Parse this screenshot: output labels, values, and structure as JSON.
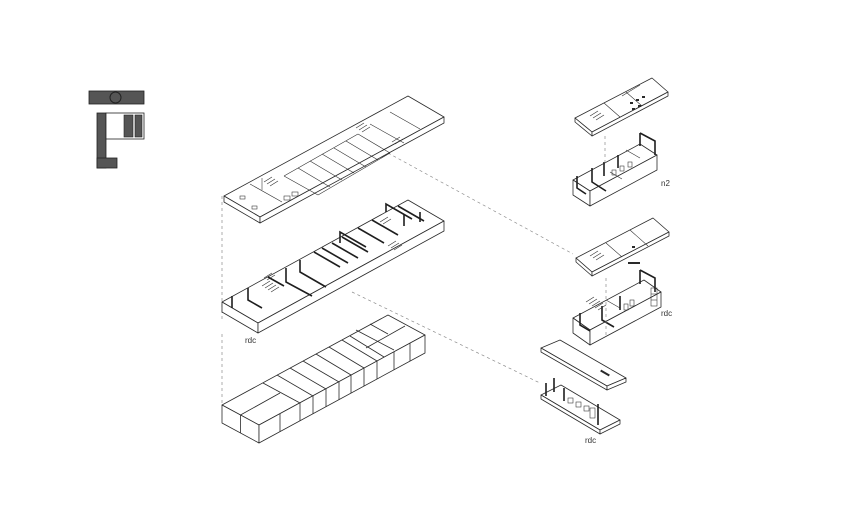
{
  "labels": {
    "main_ground_floor": "rdc",
    "right_upper_floor": "n2",
    "right_middle_ground_floor": "rdc",
    "right_bottom_ground_floor": "rdc"
  },
  "colors": {
    "line": "#2a2a2a",
    "dashed_leader": "#8a8a8a",
    "key_plan_fill": "#555555",
    "background": "#ffffff"
  }
}
